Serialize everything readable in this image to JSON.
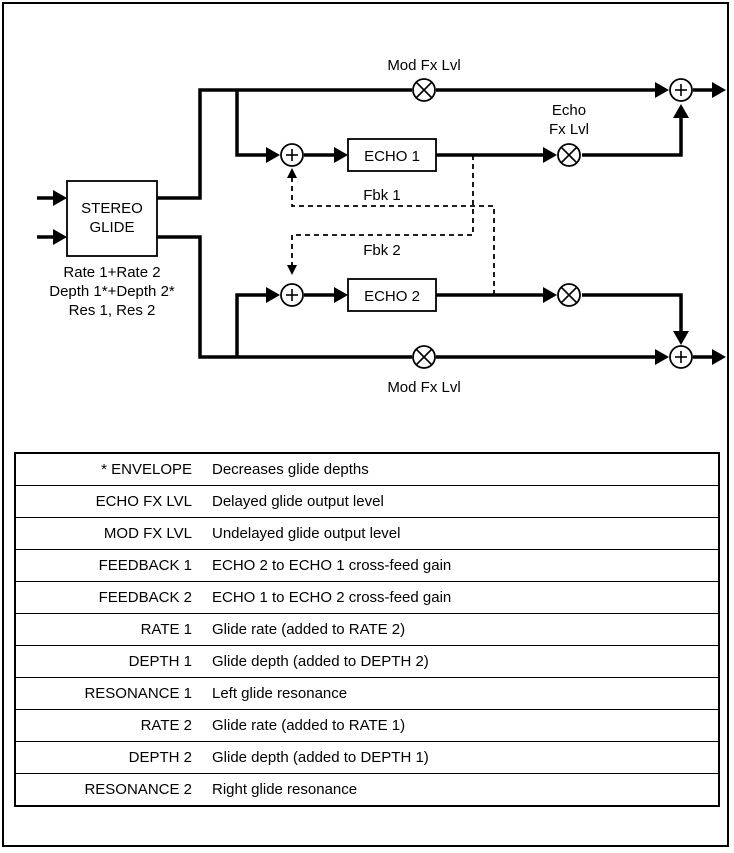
{
  "diagram": {
    "stereo_glide_line1": "STEREO",
    "stereo_glide_line2": "GLIDE",
    "param_line1": "Rate 1+Rate 2",
    "param_line2": "Depth 1*+Depth 2*",
    "param_line3": "Res 1, Res 2",
    "mod_fx_top": "Mod Fx Lvl",
    "mod_fx_bottom": "Mod Fx Lvl",
    "echo_fx_line1": "Echo",
    "echo_fx_line2": "Fx Lvl",
    "echo1": "ECHO 1",
    "echo2": "ECHO 2",
    "fbk1": "Fbk 1",
    "fbk2": "Fbk 2"
  },
  "legend": [
    {
      "key": "* ENVELOPE",
      "desc": "Decreases glide depths"
    },
    {
      "key": "ECHO FX LVL",
      "desc": "Delayed glide output level"
    },
    {
      "key": "MOD FX LVL",
      "desc": "Undelayed glide output level"
    },
    {
      "key": "FEEDBACK 1",
      "desc": "ECHO 2 to ECHO 1 cross-feed gain"
    },
    {
      "key": "FEEDBACK 2",
      "desc": "ECHO 1 to ECHO 2 cross-feed gain"
    },
    {
      "key": "RATE 1",
      "desc": "Glide rate (added to RATE 2)"
    },
    {
      "key": "DEPTH 1",
      "desc": "Glide depth (added to DEPTH 2)"
    },
    {
      "key": "RESONANCE 1",
      "desc": "Left glide resonance"
    },
    {
      "key": "RATE 2",
      "desc": "Glide rate (added to RATE 1)"
    },
    {
      "key": "DEPTH 2",
      "desc": "Glide depth (added to DEPTH 1)"
    },
    {
      "key": "RESONANCE 2",
      "desc": "Right glide resonance"
    }
  ]
}
